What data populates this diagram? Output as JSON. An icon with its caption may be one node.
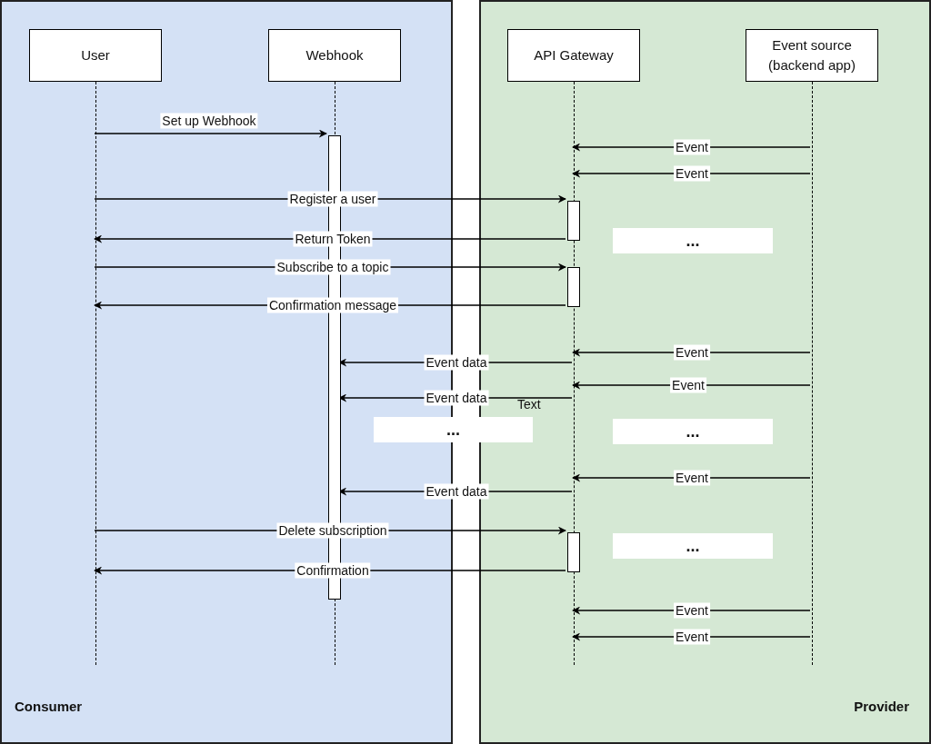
{
  "diagram": {
    "nodes": [
      {
        "text": [
          "Consumer"
        ]
      },
      {
        "text": [
          "Provider"
        ]
      },
      {
        "text": [
          "User"
        ],
        "in": 0
      },
      {
        "text": [
          "Webhook"
        ],
        "in": 0
      },
      {
        "text": [
          "API Gateway"
        ],
        "in": 1
      },
      {
        "text": [
          "Event source (backend app)"
        ],
        "in": 1
      },
      {
        "text": [],
        "shape": "bar",
        "in": 0
      },
      {
        "text": [],
        "shape": "bar",
        "in": 1
      },
      {
        "text": [],
        "shape": "bar",
        "in": 1
      },
      {
        "text": [],
        "shape": "bar",
        "in": 1
      },
      {
        "text": [
          "..."
        ],
        "in": 1
      },
      {
        "text": [
          "..."
        ]
      },
      {
        "text": [
          "..."
        ],
        "in": 1
      },
      {
        "text": [
          "..."
        ],
        "in": 1
      },
      {
        "text": [],
        "shape": "line",
        "in": 0
      },
      {
        "text": [],
        "shape": "line",
        "in": 0
      },
      {
        "text": [],
        "shape": "line",
        "in": 1
      },
      {
        "text": [],
        "shape": "line",
        "in": 1
      }
    ],
    "edges": [
      {
        "from": 14,
        "to": 6,
        "arrow": "to",
        "label": "Set up Webhook"
      },
      {
        "from": 17,
        "to": 16,
        "arrow": "to",
        "label": "Event"
      },
      {
        "from": 17,
        "to": 16,
        "arrow": "to",
        "label": "Event"
      },
      {
        "from": 14,
        "to": 7,
        "arrow": "to",
        "label": "Register a user"
      },
      {
        "from": 7,
        "to": 14,
        "arrow": "to",
        "label": "Return Token"
      },
      {
        "from": 14,
        "to": 8,
        "arrow": "to",
        "label": "Subscribe to a topic"
      },
      {
        "from": 8,
        "to": 14,
        "arrow": "to",
        "label": "Confirmation message"
      },
      {
        "from": 17,
        "to": 16,
        "arrow": "to",
        "label": "Event"
      },
      {
        "from": 16,
        "to": 6,
        "arrow": "to",
        "label": "Event data"
      },
      {
        "from": 17,
        "to": 16,
        "arrow": "to",
        "label": "Event"
      },
      {
        "from": 16,
        "to": 6,
        "arrow": "to",
        "label": "Event data"
      },
      {
        "from": 17,
        "to": 16,
        "arrow": "to",
        "label": "Event"
      },
      {
        "from": 16,
        "to": 6,
        "arrow": "to",
        "label": "Event data"
      },
      {
        "from": 14,
        "to": 9,
        "arrow": "to",
        "label": "Delete subscription"
      },
      {
        "from": 9,
        "to": 14,
        "arrow": "to",
        "label": "Confirmation"
      },
      {
        "from": 17,
        "to": 16,
        "arrow": "to",
        "label": "Event"
      },
      {
        "from": 17,
        "to": 16,
        "arrow": "to",
        "label": "Event"
      }
    ],
    "labels": [
      "Text"
    ]
  }
}
